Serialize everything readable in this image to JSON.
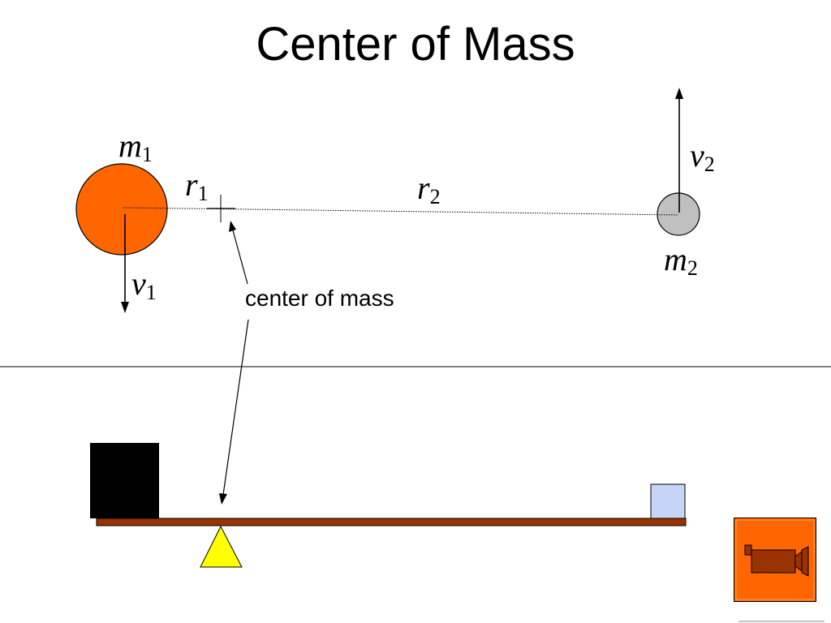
{
  "title": "Center of Mass",
  "labels": {
    "m1": {
      "base": "m",
      "sub": "1"
    },
    "m2": {
      "base": "m",
      "sub": "2"
    },
    "v1": {
      "base": "v",
      "sub": "1"
    },
    "v2": {
      "base": "v",
      "sub": "2"
    },
    "r1": {
      "base": "r",
      "sub": "1"
    },
    "r2": {
      "base": "r",
      "sub": "2"
    },
    "center_of_mass": "center of mass"
  },
  "colors": {
    "mass1_fill": "#ff6600",
    "mass2_fill": "#c0c0c0",
    "heavy_block": "#000000",
    "light_block": "#c6d4f5",
    "beam": "#993300",
    "fulcrum": "#ffff00",
    "button_bg": "#ff6600",
    "button_icon": "#993300"
  },
  "nav_button": {
    "icon": "movie-camera-icon"
  }
}
